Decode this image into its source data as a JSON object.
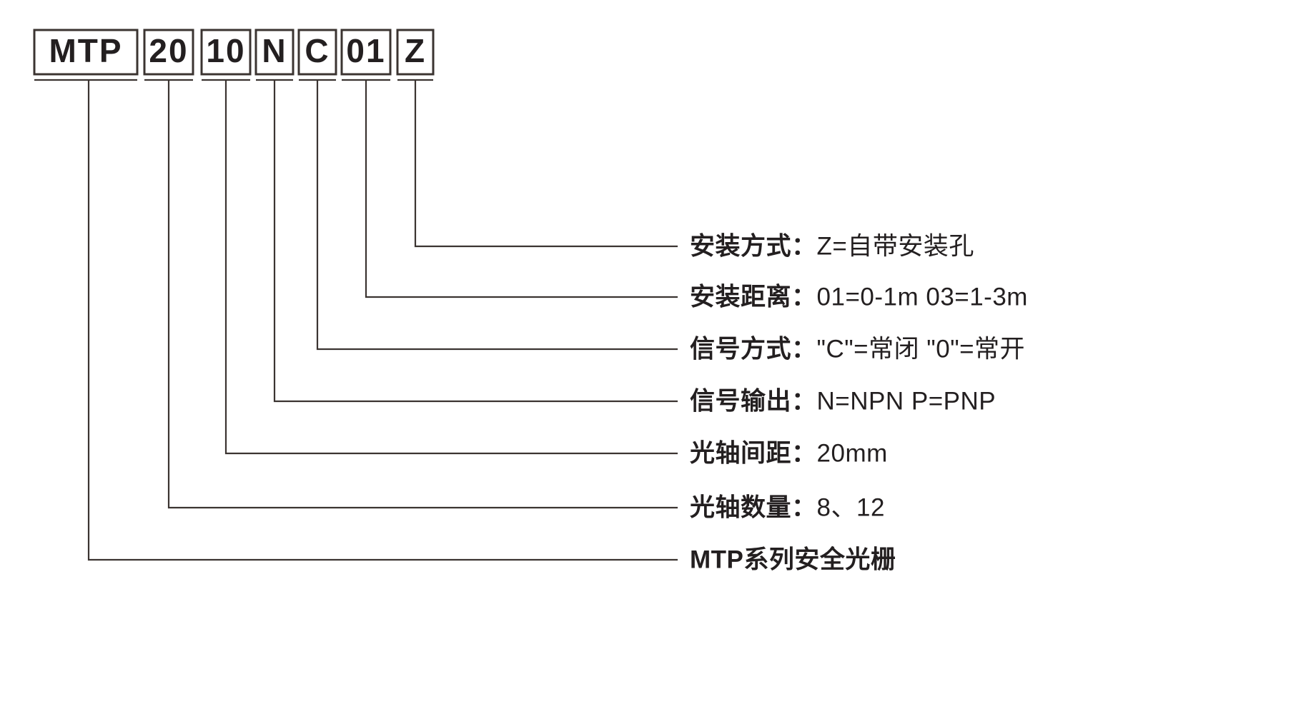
{
  "diagram": {
    "title": "MTP model number designation breakdown",
    "line_color": "#3b3431",
    "text_color": "#231f20",
    "background": "#ffffff",
    "code_boxes": [
      {
        "id": "series",
        "value": "MTP"
      },
      {
        "id": "beam-count",
        "value": "20"
      },
      {
        "id": "beam-spacing",
        "value": "10"
      },
      {
        "id": "signal-output",
        "value": "N"
      },
      {
        "id": "signal-method",
        "value": "C"
      },
      {
        "id": "mounting-distance",
        "value": "01"
      },
      {
        "id": "mounting-type",
        "value": "Z"
      }
    ],
    "rows": [
      {
        "id": "mounting-type",
        "key": "安装方式：",
        "value": "Z=自带安装孔"
      },
      {
        "id": "mounting-distance",
        "key": "安装距离：",
        "value": "01=0-1m  03=1-3m"
      },
      {
        "id": "signal-method",
        "key": "信号方式：",
        "value": "\"C\"=常闭  \"0\"=常开"
      },
      {
        "id": "signal-output",
        "key": "信号输出：",
        "value": "N=NPN  P=PNP"
      },
      {
        "id": "beam-spacing",
        "key": "光轴间距：",
        "value": "20mm"
      },
      {
        "id": "beam-count",
        "key": "光轴数量：",
        "value": "8、12"
      },
      {
        "id": "series",
        "key": "MTP系列安全光栅",
        "value": ""
      }
    ]
  }
}
